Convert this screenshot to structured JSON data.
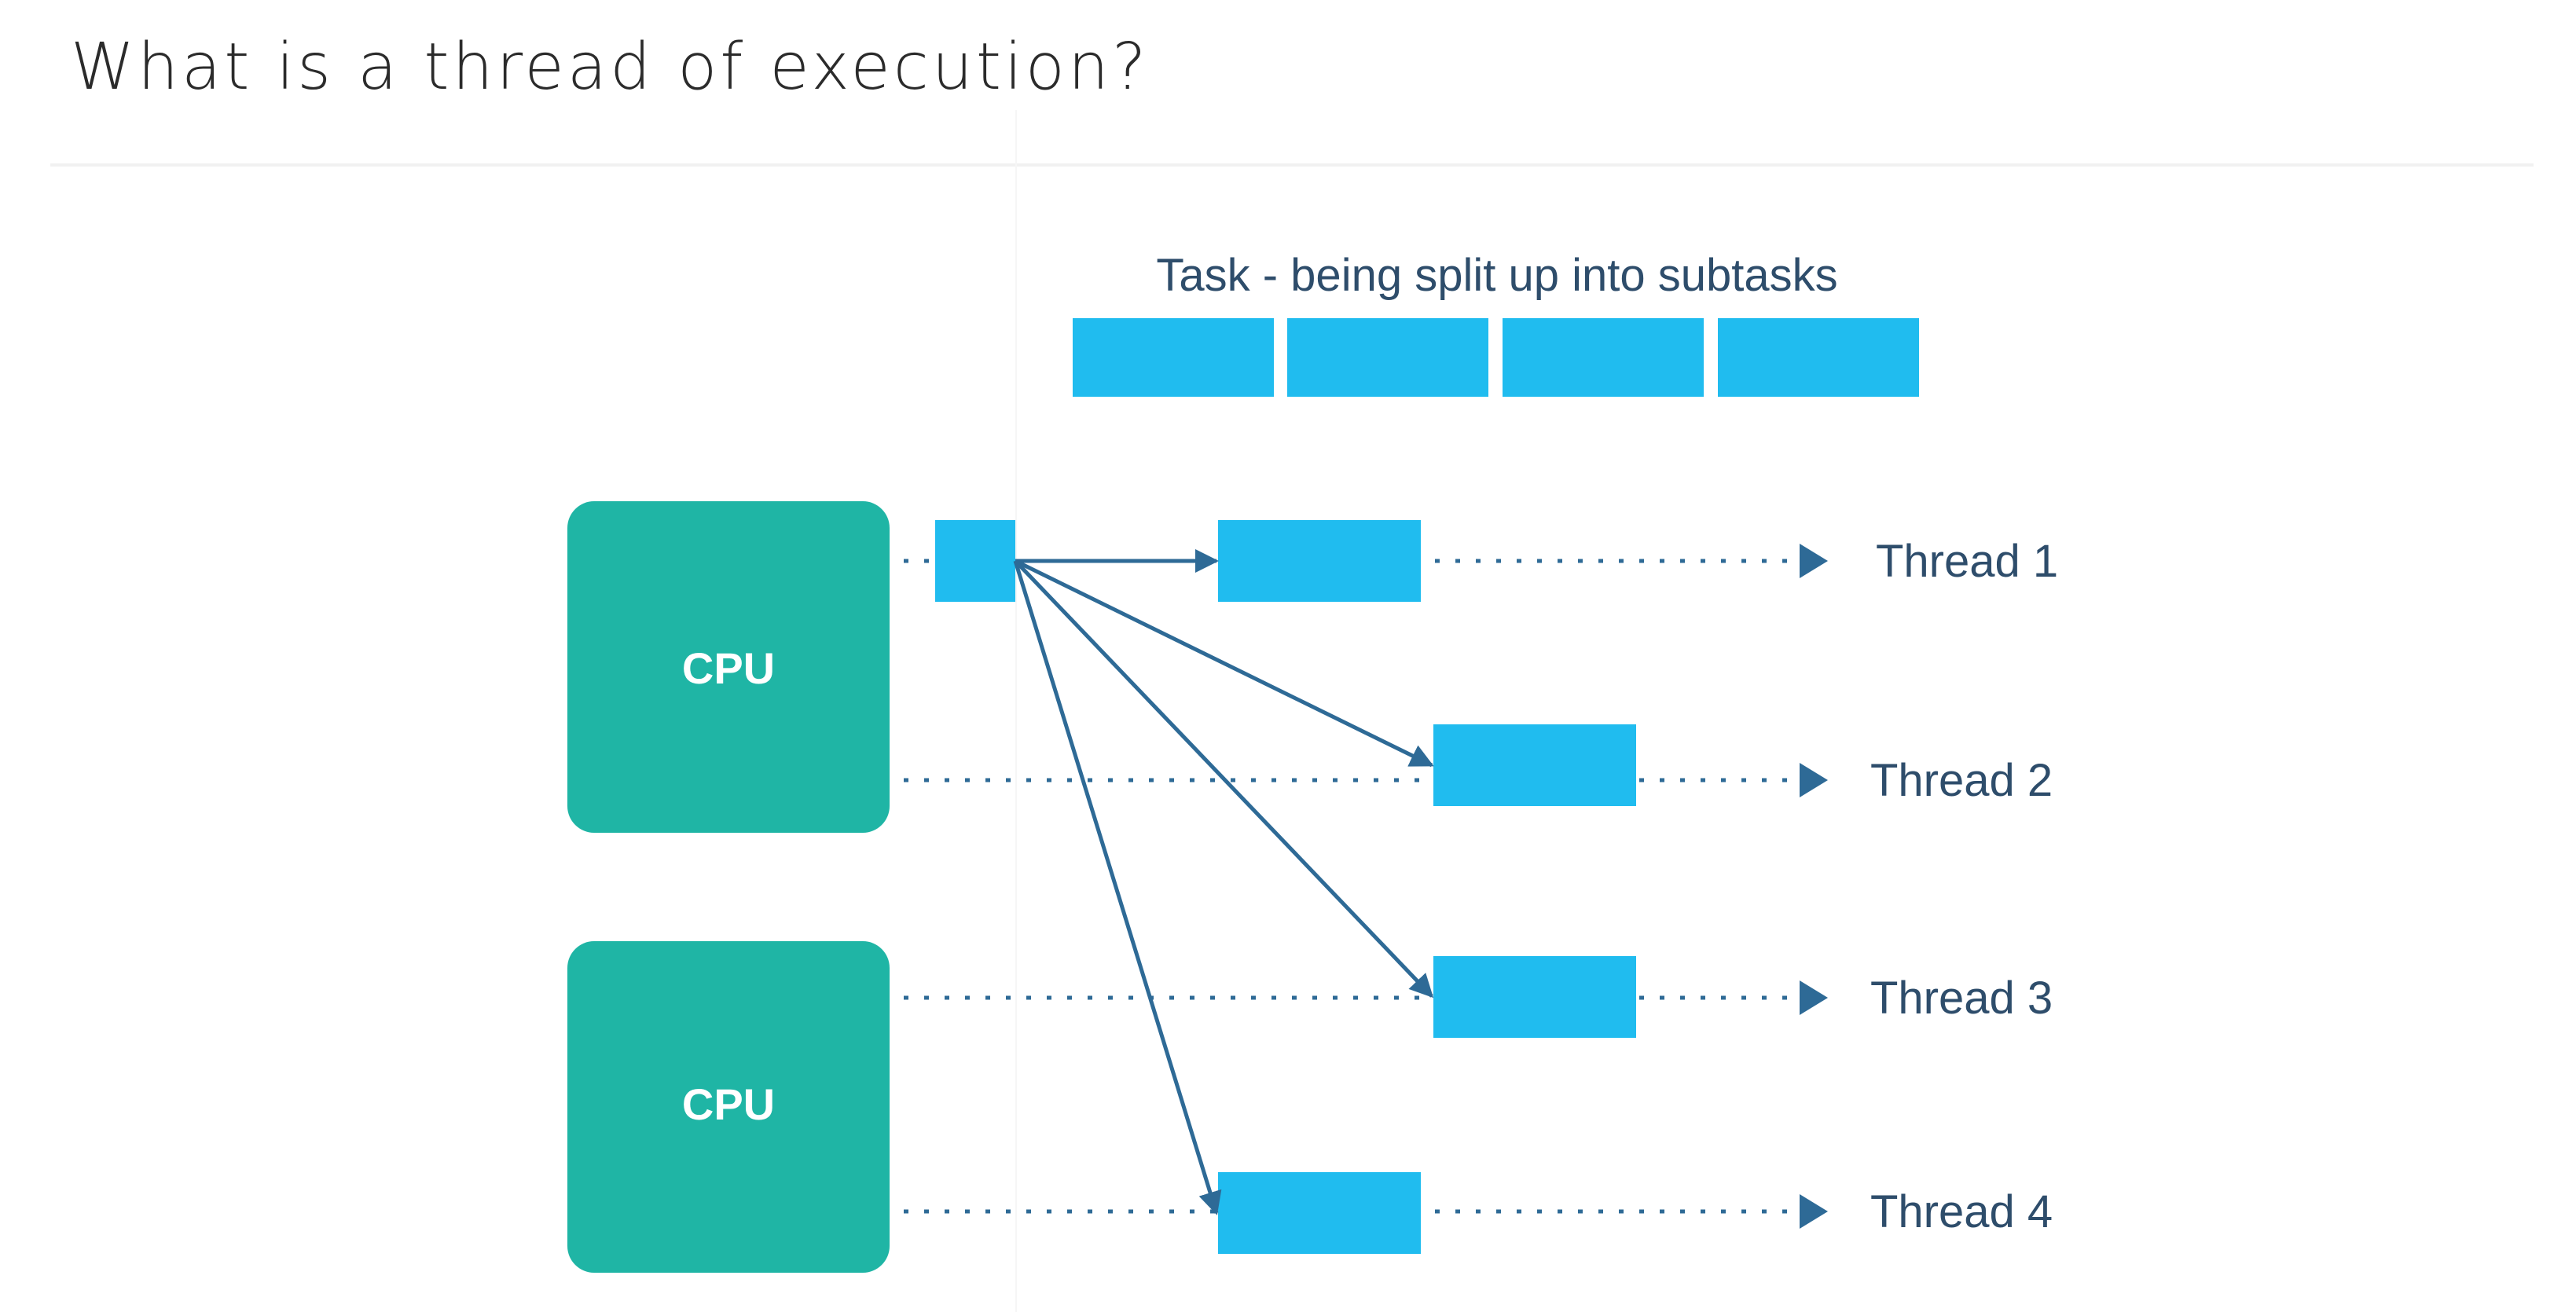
{
  "page": {
    "title": "What is a thread of execution?"
  },
  "diagram": {
    "task_label": "Task - being split up into subtasks",
    "cpus": [
      {
        "label": "CPU"
      },
      {
        "label": "CPU"
      }
    ],
    "threads": [
      {
        "label": "Thread 1"
      },
      {
        "label": "Thread 2"
      },
      {
        "label": "Thread 3"
      },
      {
        "label": "Thread 4"
      }
    ],
    "colors": {
      "subtask_block": "#20bcef",
      "cpu_block": "#1fb5a5",
      "connector": "#2e6a96",
      "label_text": "#2e4d6b"
    }
  }
}
